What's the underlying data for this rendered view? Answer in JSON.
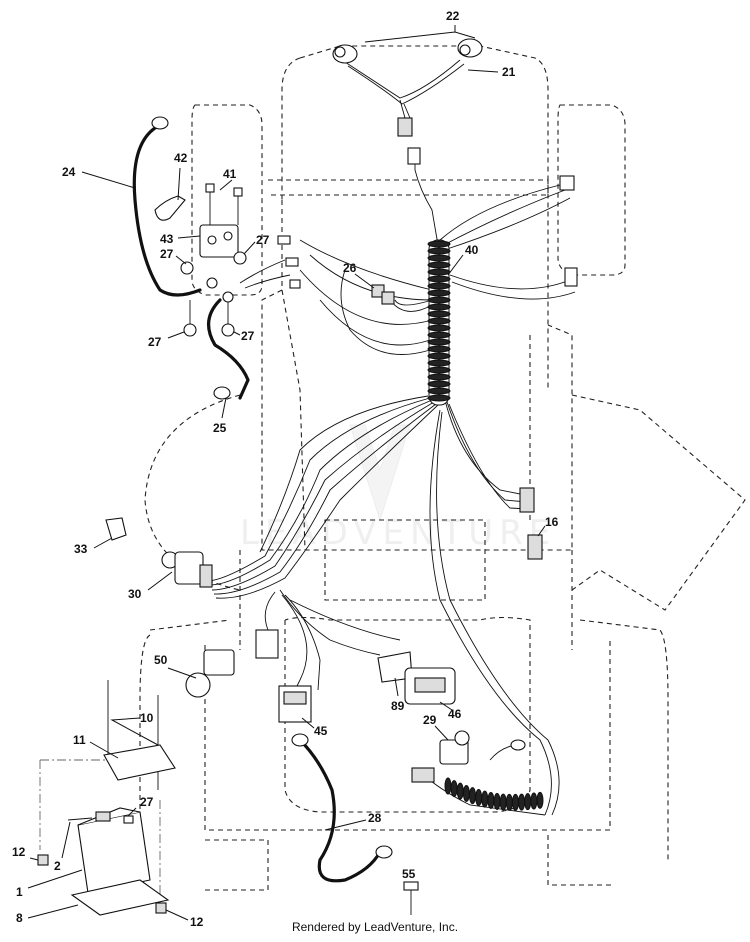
{
  "watermark": "LEADVENTURE",
  "footer": "Rendered by LeadVenture, Inc.",
  "callouts": [
    "22",
    "21",
    "24",
    "42",
    "41",
    "43",
    "27",
    "27",
    "27",
    "27",
    "27",
    "40",
    "26",
    "25",
    "16",
    "33",
    "30",
    "50",
    "10",
    "11",
    "89",
    "46",
    "45",
    "29",
    "27",
    "12",
    "2",
    "1",
    "8",
    "12",
    "28",
    "55"
  ]
}
